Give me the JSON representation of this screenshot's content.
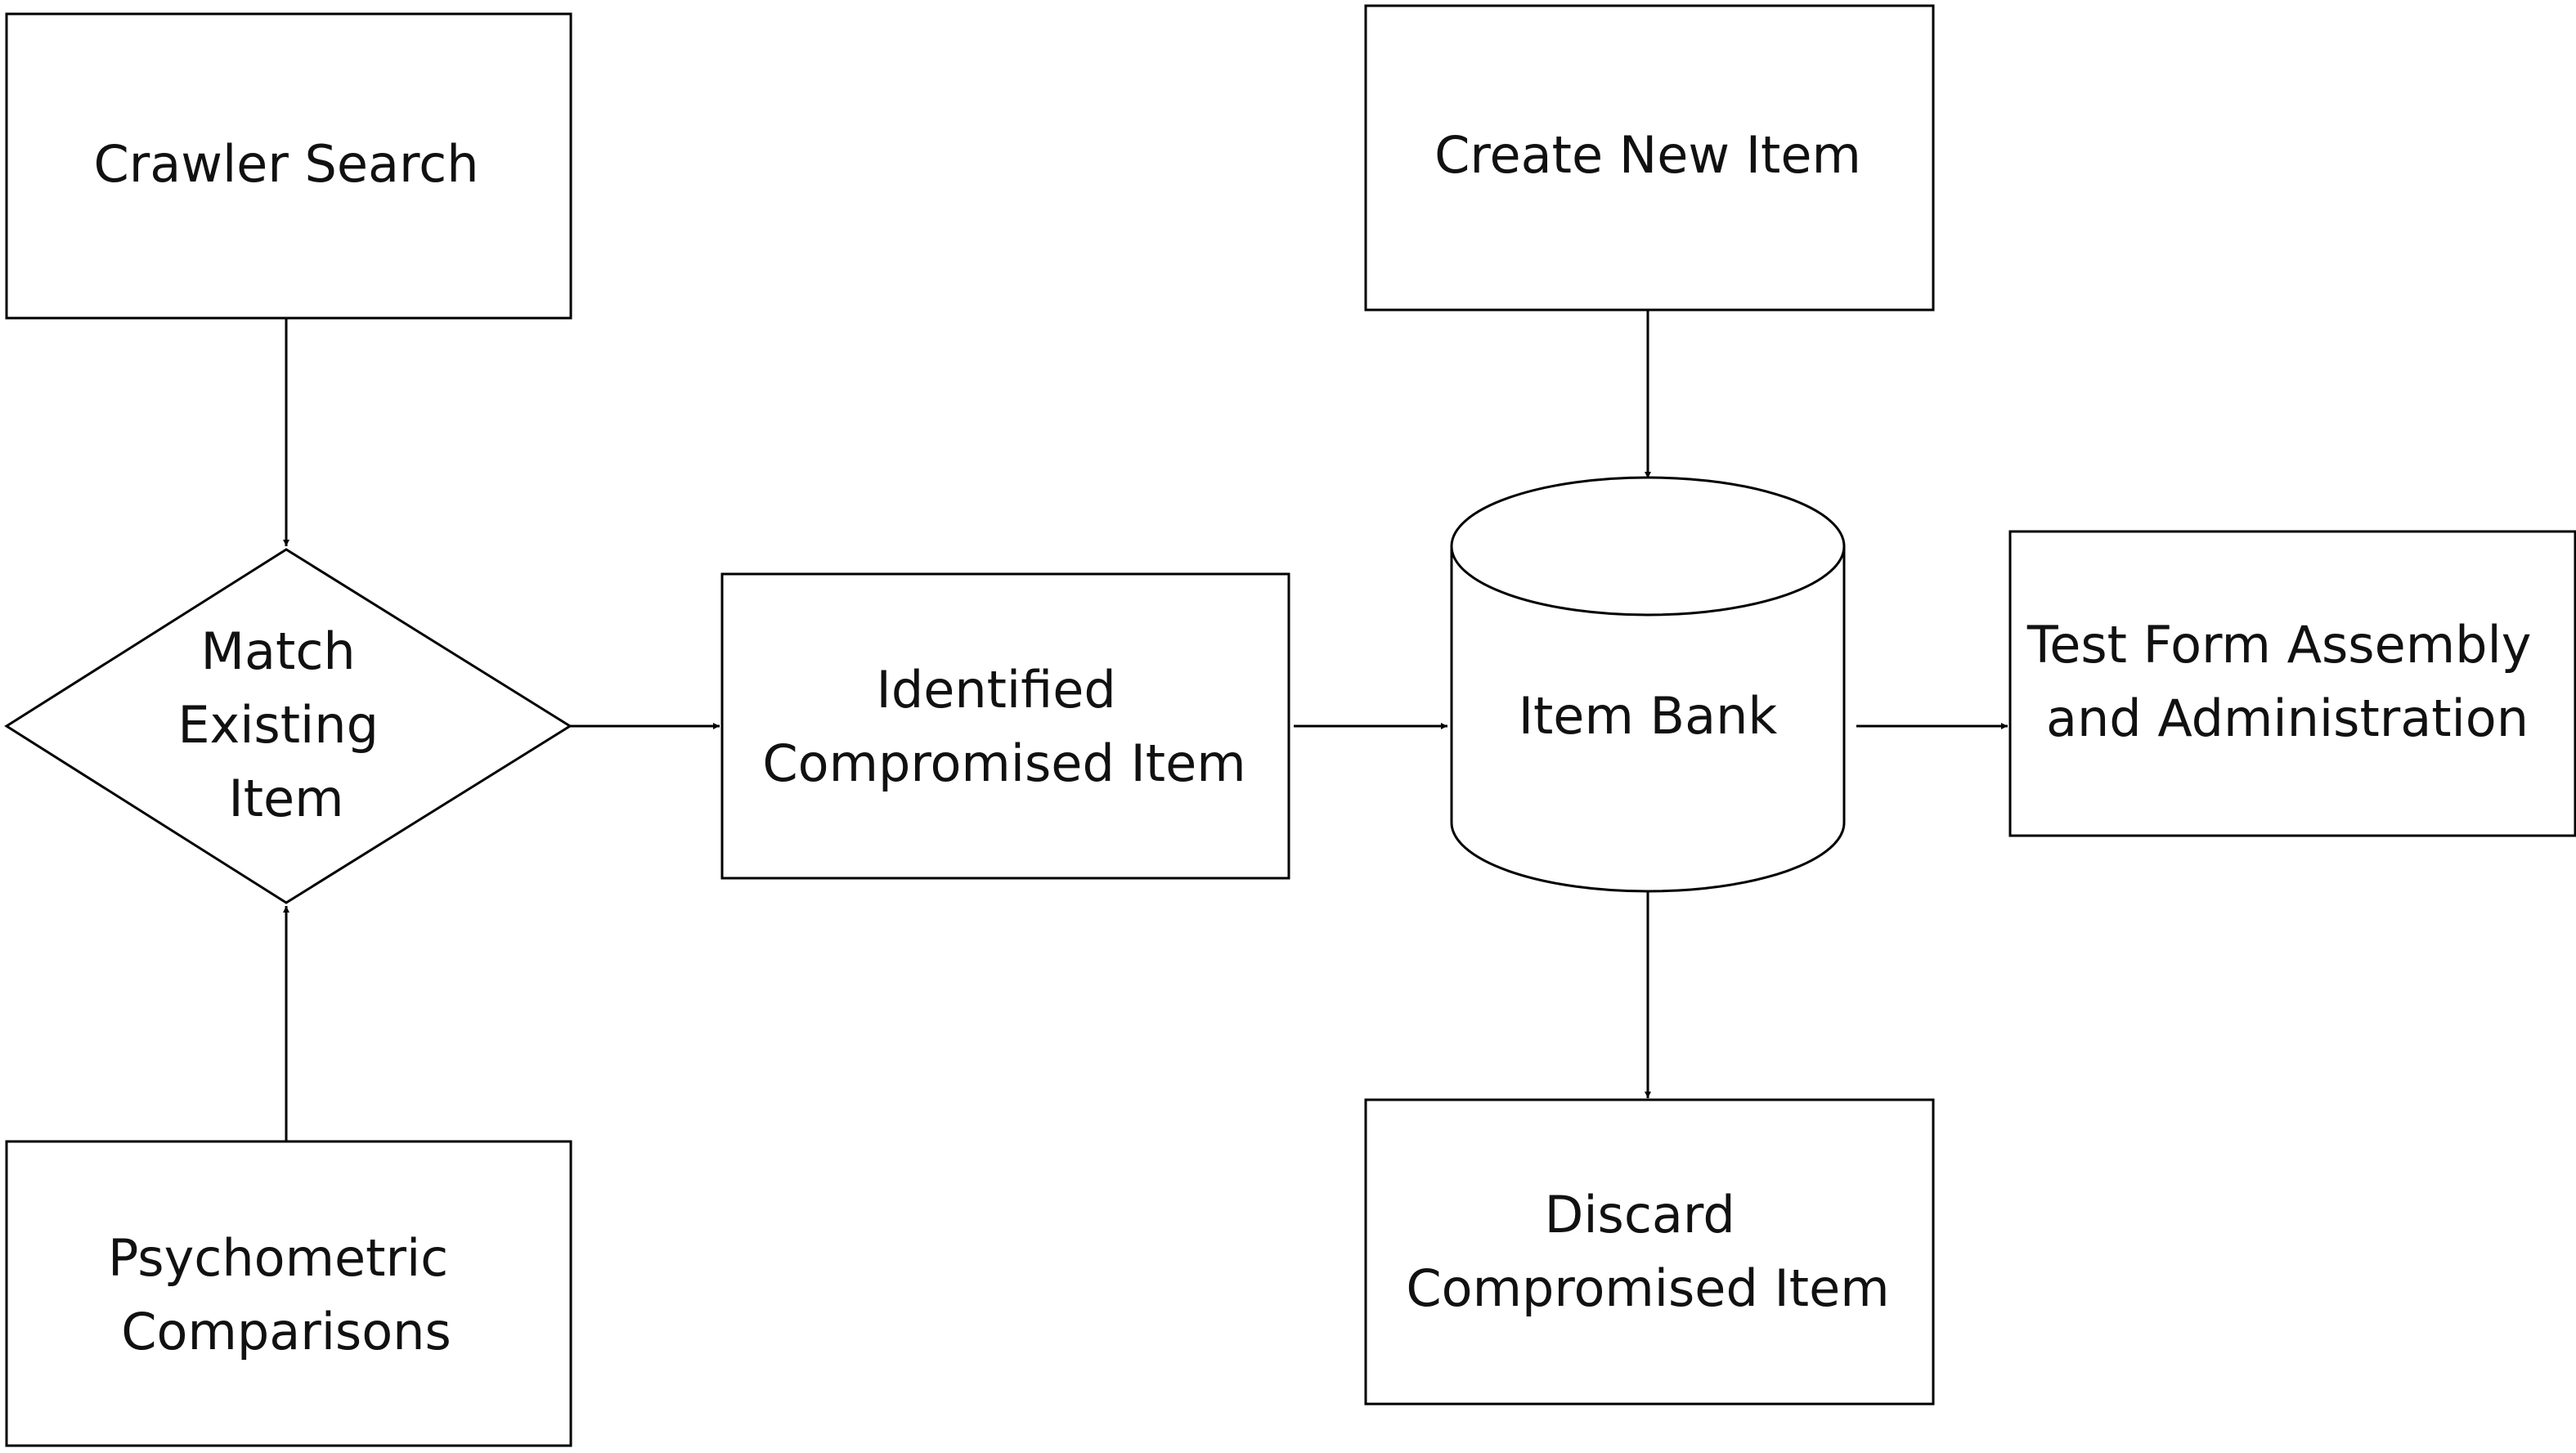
{
  "nodes": {
    "crawler_search": {
      "lines": [
        "Crawler Search"
      ]
    },
    "psychometric_comparisons": {
      "lines": [
        "Psychometric",
        "Comparisons"
      ]
    },
    "match_existing_item": {
      "lines": [
        "Match",
        "Existing",
        "Item"
      ]
    },
    "identified_compromised_item": {
      "lines": [
        "Identified",
        "Compromised Item"
      ]
    },
    "create_new_item": {
      "lines": [
        "Create New Item"
      ]
    },
    "item_bank": {
      "lines": [
        "Item Bank"
      ]
    },
    "discard_compromised_item": {
      "lines": [
        "Discard",
        "Compromised Item"
      ]
    },
    "test_form_assembly": {
      "lines": [
        "Test Form Assembly",
        "and Administration"
      ]
    }
  },
  "edges": [
    {
      "from": "crawler_search",
      "to": "match_existing_item"
    },
    {
      "from": "psychometric_comparisons",
      "to": "match_existing_item"
    },
    {
      "from": "match_existing_item",
      "to": "identified_compromised_item"
    },
    {
      "from": "identified_compromised_item",
      "to": "item_bank"
    },
    {
      "from": "create_new_item",
      "to": "item_bank"
    },
    {
      "from": "item_bank",
      "to": "test_form_assembly"
    },
    {
      "from": "item_bank",
      "to": "discard_compromised_item"
    }
  ]
}
